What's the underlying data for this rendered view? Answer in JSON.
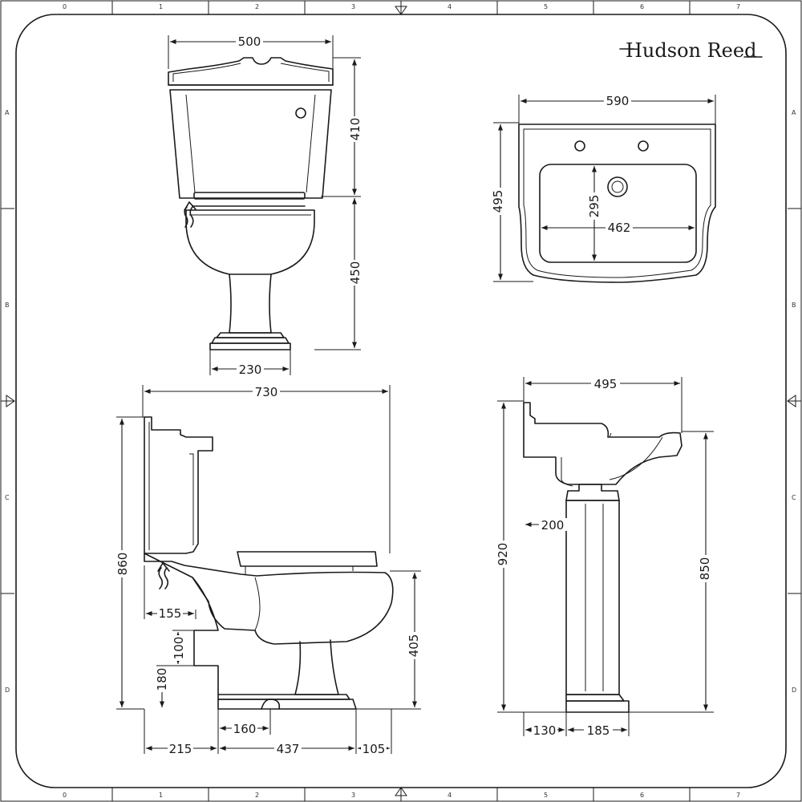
{
  "brand": {
    "name": "Hudson Reed"
  },
  "grid": {
    "columns": [
      "0",
      "1",
      "2",
      "3",
      "4",
      "5",
      "6",
      "7"
    ],
    "rows": [
      "A",
      "B",
      "C",
      "D"
    ]
  },
  "dimensions": {
    "front_view": {
      "cistern_width": "500",
      "cistern_height": "410",
      "pan_height": "450",
      "pedestal_base": "230"
    },
    "basin_plan": {
      "overall_width": "590",
      "overall_depth": "495",
      "bowl_depth": "295",
      "bowl_width": "462"
    },
    "side_view": {
      "overall_length": "730",
      "overall_height": "860",
      "inlet_offset": "155",
      "offset_100": "100",
      "waste_height": "180",
      "rim_height": "405",
      "outlet_160": "160",
      "rear_215": "215",
      "base_437": "437",
      "front_105": "105"
    },
    "basin_side": {
      "depth": "495",
      "overall_height": "920",
      "rim_height": "850",
      "setback": "200",
      "base_130": "130",
      "base_185": "185"
    }
  }
}
